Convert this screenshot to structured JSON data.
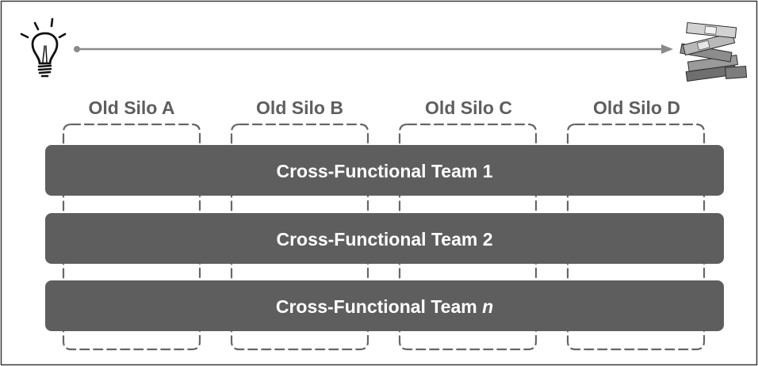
{
  "silos": [
    {
      "label": "Old Silo A"
    },
    {
      "label": "Old Silo B"
    },
    {
      "label": "Old Silo C"
    },
    {
      "label": "Old Silo D"
    }
  ],
  "teams": [
    {
      "prefix": "Cross-Functional Team ",
      "suffix": "1"
    },
    {
      "prefix": "Cross-Functional Team ",
      "suffix": "2"
    },
    {
      "prefix": "Cross-Functional Team ",
      "suffix": "n"
    }
  ],
  "icons": {
    "start": "lightbulb-icon",
    "end": "money-stack-icon"
  },
  "colors": {
    "frame": "#3a3a3a",
    "silo_outline": "#666666",
    "team_bar": "#5e5e5e",
    "silo_label": "#5e5e5e",
    "team_label": "#ffffff",
    "arrow": "#8a8a8a"
  }
}
